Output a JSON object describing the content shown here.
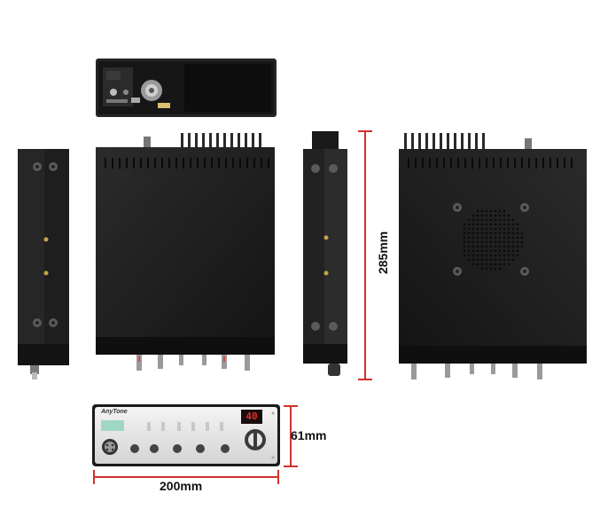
{
  "dimensions": {
    "height_label": "285mm",
    "depth_label": "61mm",
    "width_label": "200mm"
  },
  "front_panel": {
    "brand_text": "AnyTone",
    "channel_display": "40"
  },
  "colors": {
    "dimension_line": "#d0312d",
    "body": "#1c1c1c",
    "faceplate": "#e9e9e9"
  },
  "icons": [
    "heatsink-icon",
    "speaker-grille-icon",
    "microphone-jack-icon",
    "channel-knob-icon"
  ]
}
